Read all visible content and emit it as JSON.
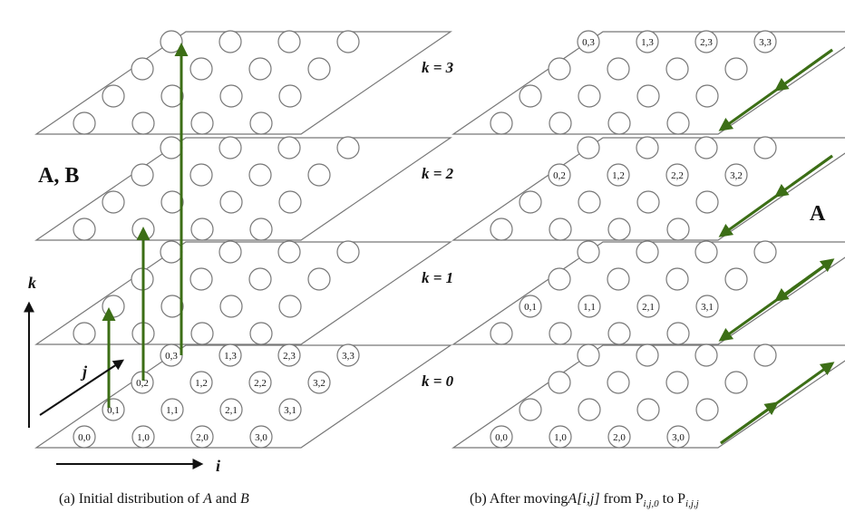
{
  "diagram": {
    "left_panel": {
      "label": "A, B",
      "axis_k": "k",
      "axis_j": "j",
      "axis_i": "i",
      "bottom_labels": [
        "0,0",
        "1,0",
        "2,0",
        "3,0",
        "0,1",
        "1,1",
        "2,1",
        "3,1",
        "0,2",
        "1,2",
        "2,2",
        "3,2",
        "0,3",
        "1,3",
        "2,3",
        "3,3"
      ],
      "caption": {
        "prefix": "(a)  Initial distribution of ",
        "a": "A",
        "mid": " and ",
        "b": "B"
      }
    },
    "planes": [
      {
        "k_label": "k = 3",
        "labels": [
          "0,3",
          "1,3",
          "2,3",
          "3,3"
        ]
      },
      {
        "k_label": "k = 2",
        "labels": [
          "0,2",
          "1,2",
          "2,2",
          "3,2"
        ]
      },
      {
        "k_label": "k = 1",
        "labels": [
          "0,1",
          "1,1",
          "2,1",
          "3,1"
        ]
      },
      {
        "k_label": "k = 0",
        "labels": [
          "0,0",
          "1,0",
          "2,0",
          "3,0"
        ]
      }
    ],
    "right_panel": {
      "label": "A",
      "caption": {
        "prefix": "(b)  After moving",
        "a": "A[i,j]",
        "from": " from  P",
        "sub1": "i,j,0",
        "to": "  to  P",
        "sub2": "i,j,j"
      }
    },
    "colors": {
      "arrow_green": "#3c6e16",
      "plate_stroke": "#777777"
    }
  }
}
